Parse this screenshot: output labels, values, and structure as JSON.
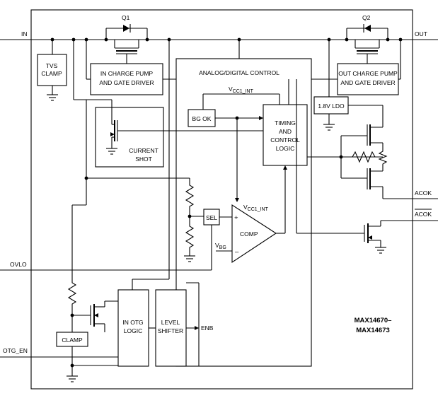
{
  "pins": {
    "in": "IN",
    "out": "OUT",
    "ovlo": "OVLO",
    "otg_en": "OTG_EN",
    "acok": "ACOK",
    "acok_bar": "ACOK"
  },
  "transistors": {
    "q1": "Q1",
    "q2": "Q2"
  },
  "blocks": {
    "tvs_clamp": [
      "TVS",
      "CLAMP"
    ],
    "in_charge_pump": [
      "IN CHARGE PUMP",
      "AND GATE DRIVER"
    ],
    "out_charge_pump": [
      "OUT CHARGE PUMP",
      "AND GATE DRIVER"
    ],
    "analog_digital_control": "ANALOG/DIGITAL CONTROL",
    "ldo": "1.8V LDO",
    "bg_ok": "BG OK",
    "timing_control": [
      "TIMING",
      "AND",
      "CONTROL",
      "LOGIC"
    ],
    "current_shot": [
      "CURRENT",
      "SHOT"
    ],
    "sel": "SEL",
    "comp": "COMP",
    "in_otg_logic": [
      "IN OTG",
      "LOGIC"
    ],
    "level_shifter": [
      "LEVEL",
      "SHIFTER"
    ],
    "clamp": "CLAMP"
  },
  "signals": {
    "vcc1_int_top": {
      "main": "V",
      "sub": "CC1_INT"
    },
    "vcc1_int_comp": {
      "main": "V",
      "sub": "CC1_INT"
    },
    "vbg": {
      "main": "V",
      "sub": "BG"
    },
    "enb": "ENB",
    "plus": "+",
    "minus": "–"
  },
  "part_number": [
    "MAX14670–",
    "MAX14673"
  ]
}
